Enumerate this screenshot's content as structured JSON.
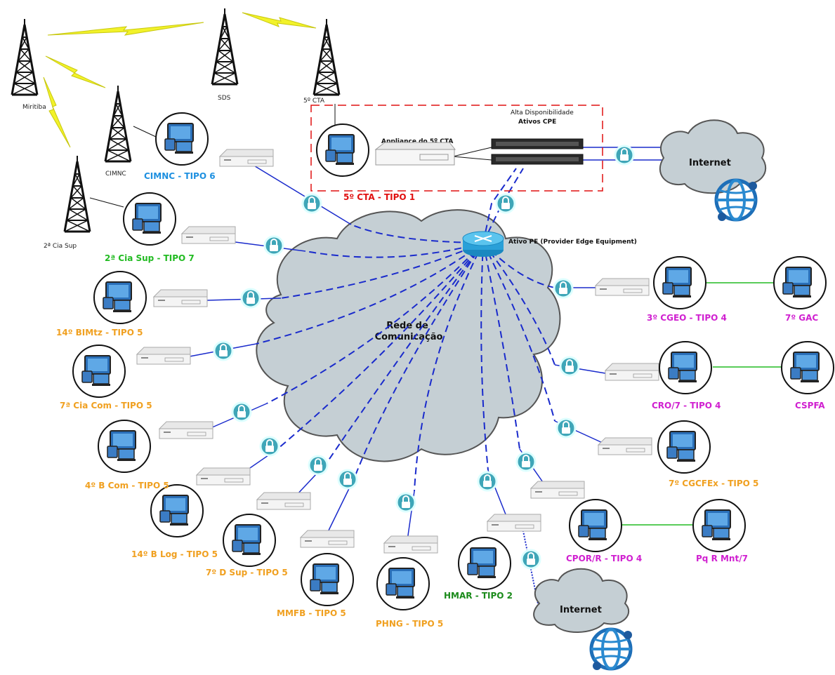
{
  "colors": {
    "cyan": "#1e90e0",
    "red": "#e01010",
    "green": "#22bb22",
    "orange": "#f0a020",
    "magenta": "#d020d0",
    "darkgreen": "#1a8a1a",
    "link_blue": "#1a2bcc",
    "lightning": "#f2f22a",
    "cloud": "#c5cfd4"
  },
  "towers": {
    "miritiba": "Miritiba",
    "sds": "SDS",
    "cta5": "5º CTA",
    "cimnc": "CIMNC",
    "cia2sup": "2ª Cia Sup"
  },
  "core": {
    "network_label_line1": "Rede de",
    "network_label_line2": "Comunicação",
    "pe_label": "Ativo PE (Provider Edge Equipment)",
    "ha_line1": "Alta Disponibilidade",
    "ha_line2": "Ativos CPE",
    "appliance_label": "Appliance do 5º CTA",
    "internet_top": "Internet",
    "internet_bottom": "Internet"
  },
  "sites": {
    "cimnc": "CIMNC - TIPO 6",
    "cta5": "5º CTA - TIPO 1",
    "cia2sup": "2ª Cia Sup - TIPO 7",
    "bimtz14": "14º BIMtz - TIPO 5",
    "ciacom7": "7ª Cia Com - TIPO 5",
    "bcom4": "4º B Com - TIPO 5",
    "blog14": "14º B Log - TIPO 5",
    "dsup7": "7º D Sup - TIPO 5",
    "mmfb": "MMFB - TIPO 5",
    "phng": "PHNG - TIPO 5",
    "hmar": "HMAR - TIPO 2",
    "cgeo3": "3º CGEO - TIPO 4",
    "gac7": "7º GAC",
    "cro7": "CRO/7 - TIPO 4",
    "cspfa": "CSPFA",
    "cgcfex7": "7º CGCFEx - TIPO 5",
    "cpor": "CPOR/R - TIPO 4",
    "pqrmnt": "Pq R Mnt/7"
  }
}
